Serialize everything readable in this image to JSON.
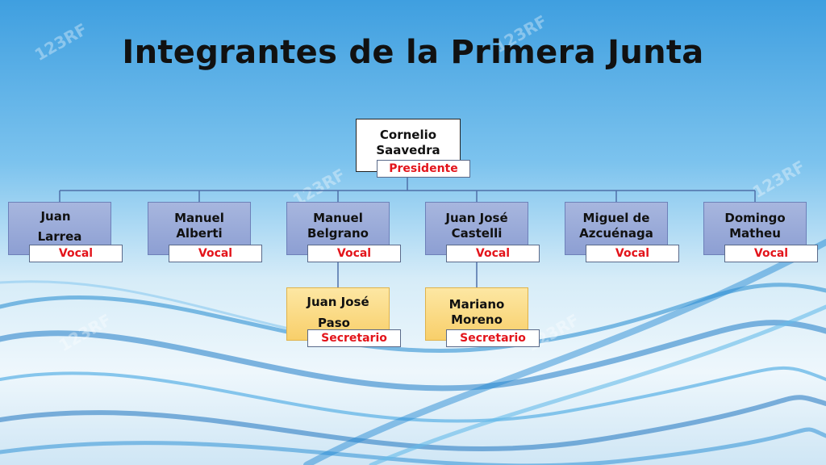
{
  "slide": {
    "title": "Integrantes de la Primera Junta",
    "watermark": "123RF",
    "colors": {
      "title": "#111111",
      "role_text": "#e3141b",
      "vocal_box": "#97a8d8",
      "secretary_box": "#fbd982",
      "president_box": "#ffffff"
    }
  },
  "president": {
    "line1": "Cornelio",
    "line2": "Saavedra",
    "role": "Presidente"
  },
  "vocales": [
    {
      "line1": "Juan",
      "line2": "Larrea",
      "role": "Vocal"
    },
    {
      "line1": "Manuel",
      "line2": "Alberti",
      "role": "Vocal"
    },
    {
      "line1": "Manuel",
      "line2": "Belgrano",
      "role": "Vocal"
    },
    {
      "line1": "Juan José",
      "line2": "Castelli",
      "role": "Vocal"
    },
    {
      "line1": "Miguel de",
      "line2": "Azcuénaga",
      "role": "Vocal"
    },
    {
      "line1": "Domingo",
      "line2": "Matheu",
      "role": "Vocal"
    }
  ],
  "secretarios": [
    {
      "line1": "Juan José",
      "line2": "Paso",
      "role": "Secretario"
    },
    {
      "line1": "Mariano",
      "line2": "Moreno",
      "role": "Secretario"
    }
  ]
}
